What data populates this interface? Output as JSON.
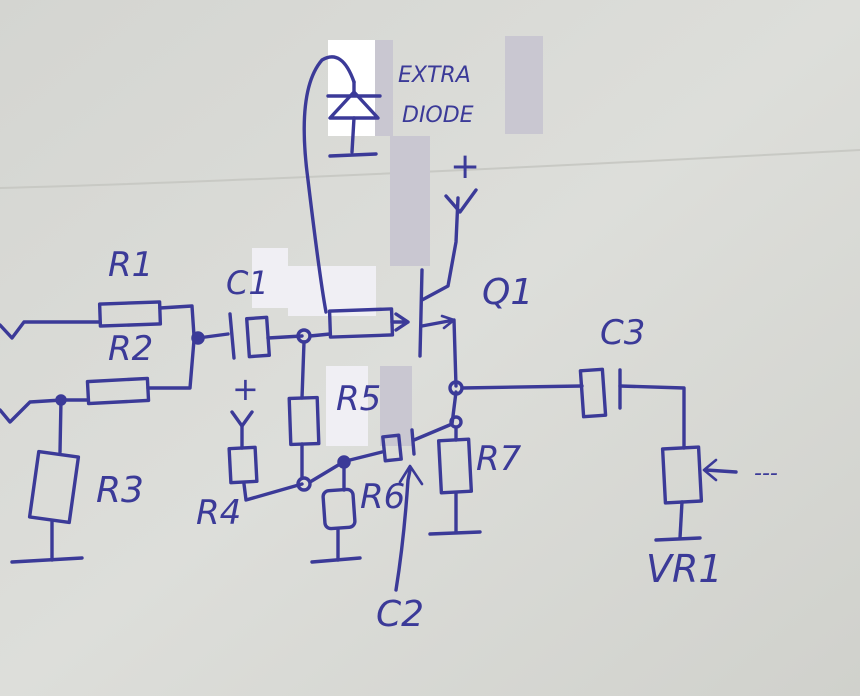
{
  "labels": {
    "r1": "R1",
    "r2": "R2",
    "r3": "R3",
    "r4": "R4",
    "r5": "R5",
    "r6": "R6",
    "r7": "R7",
    "c1": "C1",
    "c2": "C2",
    "c3": "C3",
    "q1": "Q1",
    "vr1": "VR1",
    "extra_diode_line1": "EXTRA",
    "extra_diode_line2": "DIODE",
    "plus_top": "+",
    "plus_left": "+",
    "arrow_dots": "---"
  },
  "colors": {
    "ink": "#3b3a98",
    "paper": "#d9dad6"
  }
}
